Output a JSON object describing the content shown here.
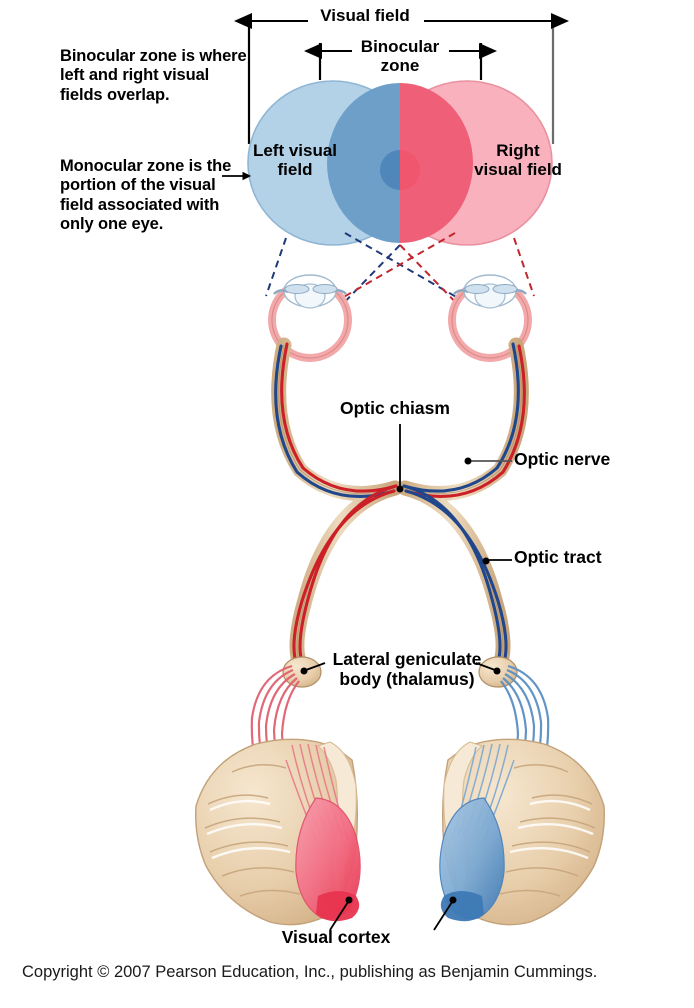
{
  "figure": {
    "title": "Visual pathways from visual field to visual cortex",
    "background_color": "#ffffff"
  },
  "annotations": {
    "binocular_note": "Binocular zone is where left and right visual fields overlap.",
    "monocular_note": "Monocular zone is the portion of the visual field associated with only one eye."
  },
  "brackets": {
    "visual_field_label": "Visual field",
    "binocular_zone_label": "Binocular zone"
  },
  "fields": {
    "left_label": "Left visual field",
    "right_label": "Right visual field",
    "left_color_outer": "#b3d2e8",
    "left_color_inner": "#6e9fc9",
    "right_color_outer": "#f9b2bd",
    "right_color_inner": "#ef5f77"
  },
  "structures": {
    "optic_chiasm": "Optic  chiasm",
    "optic_nerve": "Optic nerve",
    "optic_tract": "Optic tract",
    "lateral_geniculate_body": "Lateral geniculate body (thalamus)",
    "visual_cortex": "Visual cortex"
  },
  "colors": {
    "left_pathway_red": "#cc2028",
    "right_pathway_blue": "#20478c",
    "nerve_sheath": "#d9bb94",
    "brain_tan": "#e8cfac",
    "cortex_red": "#ef4a63",
    "cortex_blue": "#5b8fc4",
    "eye_pink": "#f6a8a8",
    "leader_line": "#000000"
  },
  "footer": {
    "copyright": "Copyright © 2007 Pearson Education, Inc., publishing as Benjamin Cummings."
  }
}
